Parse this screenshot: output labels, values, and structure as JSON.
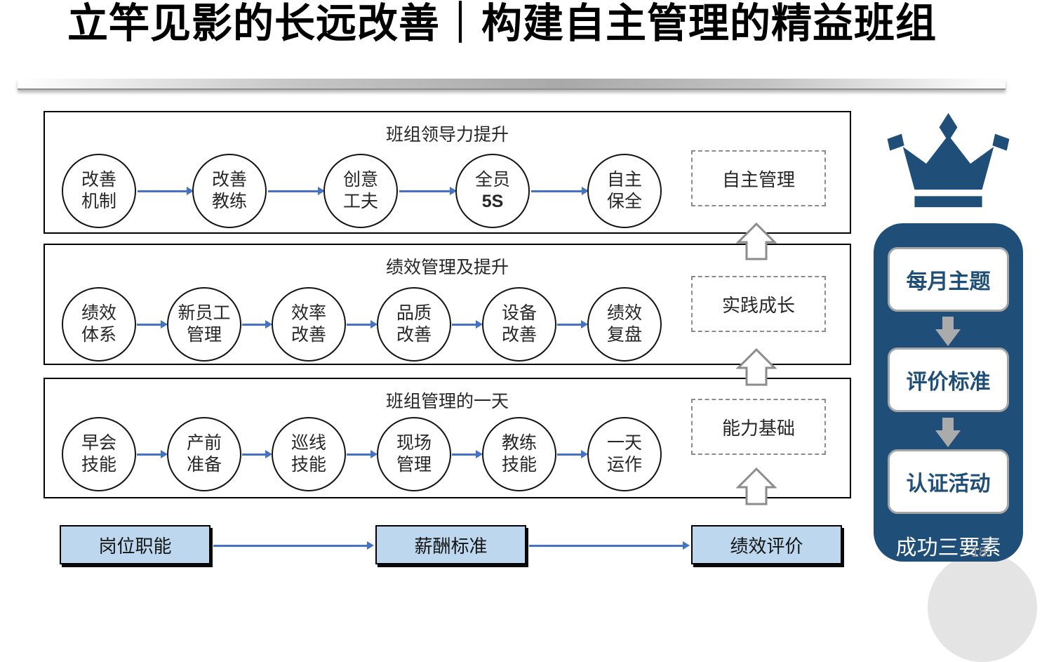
{
  "title": "立竿见影的长远改善｜构建自主管理的精益班组",
  "page_number": "18",
  "rows": [
    {
      "title": "班组领导力提升",
      "tag": "自主管理",
      "steps": [
        [
          "改善",
          "机制"
        ],
        [
          "改善",
          "教练"
        ],
        [
          "创意",
          "工夫"
        ],
        [
          "全员",
          "5S"
        ],
        [
          "自主",
          "保全"
        ]
      ]
    },
    {
      "title": "绩效管理及提升",
      "tag": "实践成长",
      "steps": [
        [
          "绩效",
          "体系"
        ],
        [
          "新员工",
          "管理"
        ],
        [
          "效率",
          "改善"
        ],
        [
          "品质",
          "改善"
        ],
        [
          "设备",
          "改善"
        ],
        [
          "绩效",
          "复盘"
        ]
      ]
    },
    {
      "title": "班组管理的一天",
      "tag": "能力基础",
      "steps": [
        [
          "早会",
          "技能"
        ],
        [
          "产前",
          "准备"
        ],
        [
          "巡线",
          "技能"
        ],
        [
          "现场",
          "管理"
        ],
        [
          "教练",
          "技能"
        ],
        [
          "一天",
          "运作"
        ]
      ]
    }
  ],
  "bottom_flow": [
    "岗位职能",
    "薪酬标准",
    "绩效评价"
  ],
  "panel": {
    "items": [
      "每月主题",
      "评价标准",
      "认证活动"
    ],
    "caption": "成功三要素"
  },
  "colors": {
    "accent_blue": "#4472C4",
    "dark_blue": "#1F4E79",
    "light_blue_fill": "#BDD7EE",
    "dashed_border": "#8C8C8C",
    "grey_arrow": "#ABABAB"
  }
}
